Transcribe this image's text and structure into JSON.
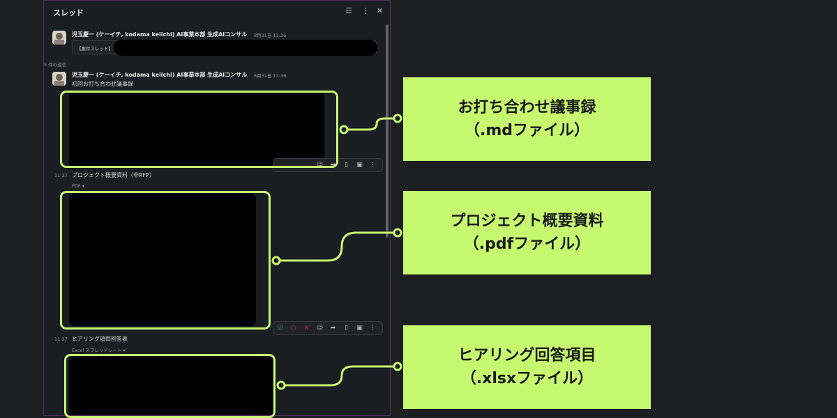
{
  "thread": {
    "title": "スレッド",
    "header_icons": [
      "list-filter-icon",
      "more-vertical-icon",
      "close-icon"
    ],
    "parent_message": {
      "sender": "児玉慶一 (ケーイチ, kodama keiichi) AI事業本部 生成AIコンサル",
      "timestamp": "8月31日 11:36",
      "tag": "【案件スレッド】"
    },
    "replies_count_label": "5 件の返信",
    "replies": [
      {
        "sender": "児玉慶一 (ケーイチ, kodama keiichi) AI事業本部 生成AIコンサル",
        "timestamp": "8月31日 11:36",
        "text": "初回お打ち合わせ議事録"
      },
      {
        "time": "11:37",
        "text": "プロジェクト概要資料（非RFP）",
        "file_type": "PDF"
      },
      {
        "time": "11:37",
        "text": "ヒアリング項目回答表",
        "file_type": "Excel スプレッドシート"
      }
    ]
  },
  "annotations": [
    {
      "line1": "お打ち合わせ議事録",
      "line2": "（.mdファイル）"
    },
    {
      "line1": "プロジェクト概要資料",
      "line2": "（.pdfファイル）"
    },
    {
      "line1": "ヒアリング回答項目",
      "line2": "（.xlsxファイル）"
    }
  ],
  "colors": {
    "accent_green": "#c7f970",
    "panel_bg": "#1a1d21",
    "page_bg": "#1d1e20",
    "panel_border": "#5a2a6b"
  }
}
